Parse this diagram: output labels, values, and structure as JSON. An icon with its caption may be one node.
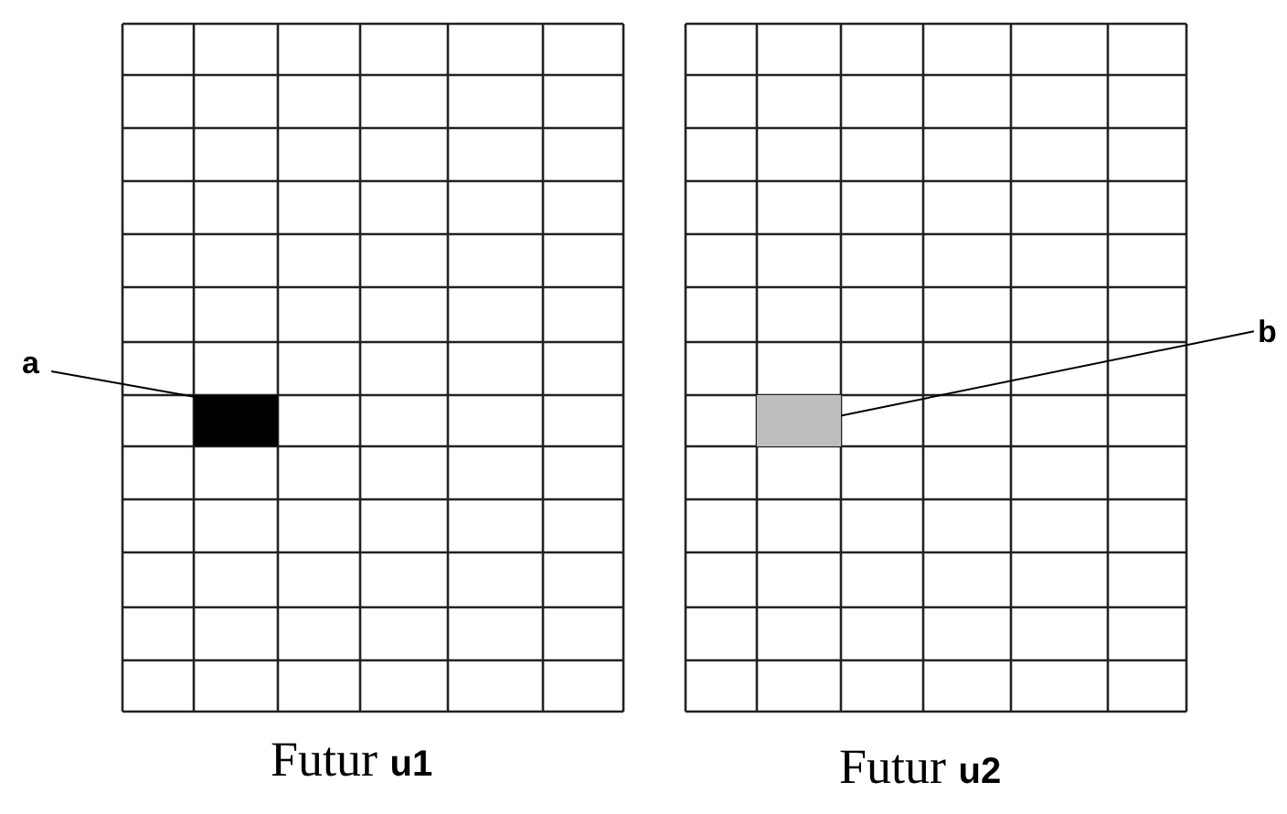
{
  "diagram": {
    "nodes": [
      {
        "text": [
          "a"
        ]
      },
      {
        "text": [],
        "shape": "box"
      },
      {
        "text": [],
        "shape": "box"
      },
      {
        "text": [
          "b"
        ]
      }
    ],
    "edges": [
      {
        "from": 0,
        "to": 1,
        "arrow": "none"
      },
      {
        "from": 3,
        "to": 2,
        "arrow": "none"
      }
    ],
    "labels": [
      "Futur **u1**",
      "Futur **u2**"
    ]
  }
}
